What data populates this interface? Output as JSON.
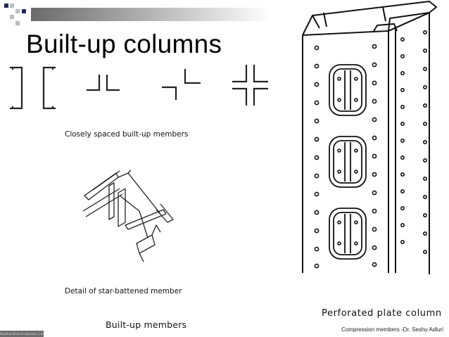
{
  "slide": {
    "title": "Built-up columns",
    "captions": {
      "closely_spaced": "Closely spaced built-up members",
      "star_battened": "Detail of star-battened member",
      "built_up": "Built-up members",
      "perforated": "Perforated plate column"
    },
    "footer": "Compression members -Dr. Seshu Adluri",
    "stamp": "Newfoundland & Labrador, Canada"
  },
  "colors": {
    "bar_gradient_start": "#6a6a6a",
    "bar_gradient_end": "#ffffff",
    "square_dark": "#1f2a57",
    "square_light": "#b9bcc6"
  }
}
